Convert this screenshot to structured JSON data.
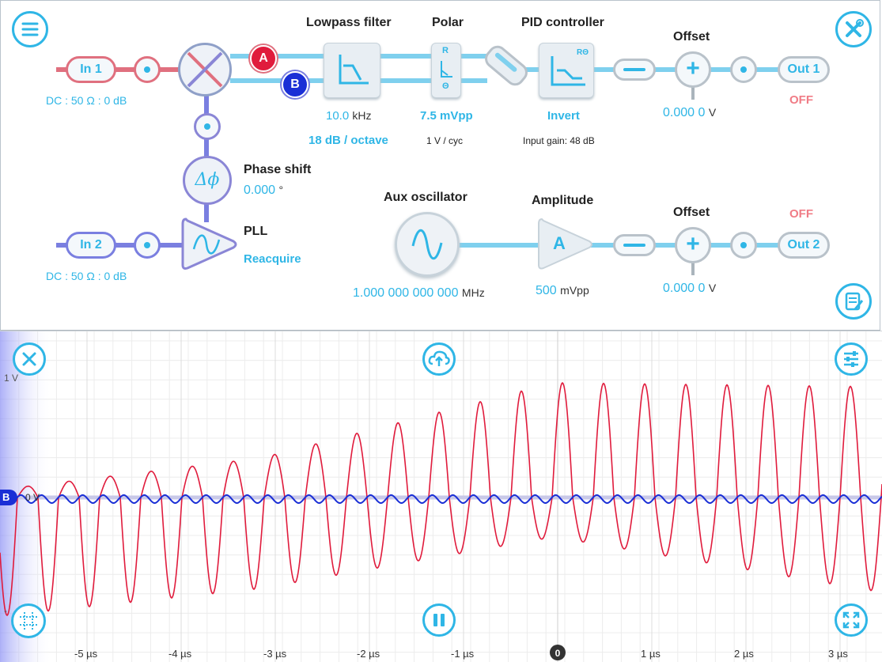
{
  "blocks": {
    "in1": {
      "label": "In 1",
      "sub": "DC : 50 Ω : 0 dB"
    },
    "in2": {
      "label": "In 2",
      "sub": "DC : 50 Ω : 0 dB"
    },
    "mixer_a": "A",
    "mixer_b": "B",
    "lowpass": {
      "title": "Lowpass filter",
      "freq": "10.0",
      "freq_unit": "kHz",
      "slope": "18 dB / octave"
    },
    "polar": {
      "title": "Polar",
      "value": "7.5 mVpp",
      "scale": "1 V / cyc",
      "r_label": "R",
      "theta_label": "Θ"
    },
    "pid": {
      "title": "PID controller",
      "mode": "Invert",
      "gain": "Input gain: 48 dB",
      "tag": "RΘ"
    },
    "offset1": {
      "title": "Offset",
      "value": "0.000 0",
      "unit": "V"
    },
    "out1": {
      "label": "Out 1",
      "state": "OFF"
    },
    "phase": {
      "title": "Phase shift",
      "value": "0.000",
      "unit": "°",
      "symbol": "Δϕ"
    },
    "pll": {
      "title": "PLL",
      "action": "Reacquire"
    },
    "aux": {
      "title": "Aux oscillator",
      "freq": "1.000 000 000 000",
      "unit": "MHz"
    },
    "amp": {
      "title": "Amplitude",
      "value": "500",
      "unit": "mVpp",
      "symbol": "A"
    },
    "offset2": {
      "title": "Offset",
      "value": "0.000 0",
      "unit": "V"
    },
    "out2": {
      "label": "Out 2",
      "state": "OFF"
    }
  },
  "scope": {
    "y_top_label": "1 V",
    "y_zero_label": "0 V",
    "channel_marker": "B",
    "trigger_marker": "0",
    "x_ticks": [
      "-5 µs",
      "-4 µs",
      "-3 µs",
      "-2 µs",
      "-1 µs",
      "1 µs",
      "2 µs",
      "3 µs"
    ],
    "y_bottom_label": "-"
  },
  "colors": {
    "accent": "#2fb6e6",
    "red_trace": "#e01b3c",
    "blue_trace": "#1a2fd6",
    "input_red": "#e0707f",
    "input_purple": "#7a7fe0",
    "off": "#f07c86"
  },
  "icons": [
    "menu-icon",
    "settings-tools-icon",
    "notes-edit-icon",
    "close-icon",
    "cloud-upload-icon",
    "sliders-icon",
    "grid-icon",
    "pause-icon",
    "fullscreen-icon"
  ]
}
